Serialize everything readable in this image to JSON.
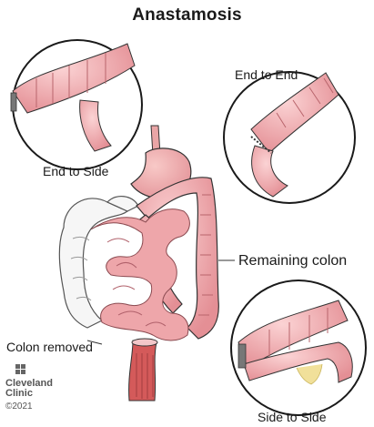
{
  "title": "Anastamosis",
  "labels": {
    "end_to_side": "End to Side",
    "end_to_end": "End to End",
    "remaining_colon": "Remaining colon",
    "colon_removed": "Colon removed",
    "side_to_side": "Side to Side"
  },
  "brand": {
    "line1": "Cleveland",
    "line2": "Clinic",
    "copyright": "©2021"
  },
  "colors": {
    "tissue": "#f2a7aa",
    "tissue_dark": "#c9737b",
    "removed_colon": "#f4f4f4",
    "outline": "#1a1a1a"
  }
}
